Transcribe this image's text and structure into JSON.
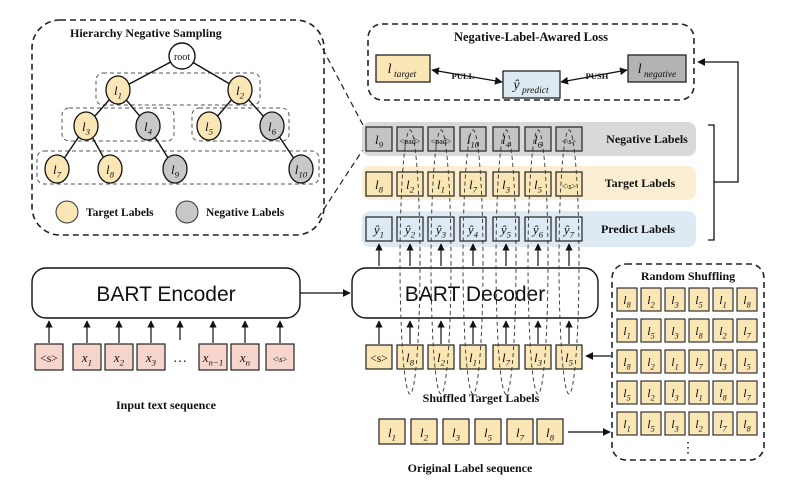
{
  "hierarchy": {
    "title": "Hierarchy Negative Sampling",
    "root": "root",
    "nodes": [
      "l1",
      "l2",
      "l3",
      "l4",
      "l5",
      "l6",
      "l7",
      "l8",
      "l9",
      "l10"
    ],
    "legend_target": "Target Labels",
    "legend_negative": "Negative Labels",
    "colors": {
      "target": "#fbe7b5",
      "negative": "#c8c8c8"
    }
  },
  "loss": {
    "title": "Negative-Label-Awared Loss",
    "target": "l target",
    "predict": "ŷ predict",
    "negative": "l negative",
    "pull": "PULL",
    "push": "PUSH"
  },
  "rows": {
    "negative_label": "Negative Labels",
    "target_label": "Target Labels",
    "predict_label": "Predict Labels",
    "negative": [
      "l9",
      "<pad>",
      "<pad>",
      "l10",
      "l4",
      "l6",
      "<\\s>"
    ],
    "target": [
      "l8",
      "l2",
      "l1",
      "l7",
      "l3",
      "l5",
      "<\\s>"
    ],
    "predict": [
      "ŷ1",
      "ŷ2",
      "ŷ3",
      "ŷ4",
      "ŷ5",
      "ŷ6",
      "ŷ7"
    ],
    "colors": {
      "negative_band": "#d9d9d9",
      "target_band": "#fbeed3",
      "predict_band": "#dde9f3"
    }
  },
  "encoder": {
    "label": "BART Encoder",
    "input_caption": "Input text sequence",
    "inputs": [
      "<s>",
      "x1",
      "x2",
      "x3",
      "…",
      "xn−1",
      "xn",
      "<\\s>"
    ]
  },
  "decoder": {
    "label": "BART Decoder",
    "shuffled_caption": "Shuffled Target Labels",
    "shuffled": [
      "<s>",
      "l8",
      "l2",
      "l1",
      "l7",
      "l3",
      "l5"
    ]
  },
  "original": {
    "caption": "Original Label sequence",
    "labels": [
      "l1",
      "l2",
      "l3",
      "l5",
      "l7",
      "l8"
    ]
  },
  "shuffling": {
    "title": "Random Shuffling",
    "rows": [
      [
        "l8",
        "l2",
        "l3",
        "l5",
        "l1",
        "l8"
      ],
      [
        "l1",
        "l5",
        "l3",
        "l8",
        "l2",
        "l7"
      ],
      [
        "l8",
        "l2",
        "l1",
        "l7",
        "l3",
        "l5"
      ],
      [
        "l5",
        "l2",
        "l3",
        "l1",
        "l8",
        "l7"
      ],
      [
        "l1",
        "l5",
        "l3",
        "l2",
        "l7",
        "l8"
      ]
    ],
    "ellipsis": "⋮"
  }
}
